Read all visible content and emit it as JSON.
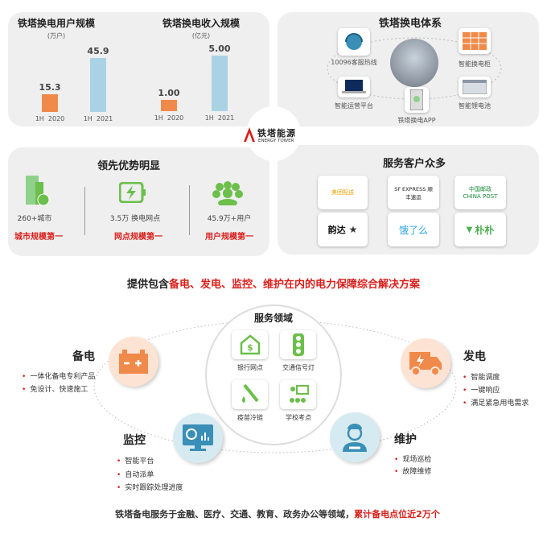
{
  "brand": {
    "name": "铁塔能源",
    "subtitle": "ENERGY TOWER",
    "color": "#d9201c"
  },
  "colors": {
    "orange": "#f08a4b",
    "blue": "#a9d3e4",
    "red": "#d9201c",
    "green": "#6bbf4a",
    "teal": "#3a8fb7"
  },
  "chart_data": [
    {
      "type": "bar",
      "title": "铁塔换电用户规模",
      "unit": "(万户)",
      "categories": [
        "1H  2020",
        "1H  2021"
      ],
      "values": [
        15.3,
        45.9
      ],
      "labels": [
        "15.3",
        "45.9"
      ]
    },
    {
      "type": "bar",
      "title": "铁塔换电收入规模",
      "unit": "(亿元)",
      "categories": [
        "1H  2020",
        "1H  2021"
      ],
      "values": [
        1.0,
        5.0
      ],
      "labels": [
        "1.00",
        "5.00"
      ]
    }
  ],
  "system": {
    "title": "铁塔换电体系",
    "items": [
      {
        "label": "10096客服热线",
        "icon": "headset-icon"
      },
      {
        "label": "智能换电柜",
        "icon": "battery-cabinet-icon"
      },
      {
        "label": "智能运营平台",
        "icon": "laptop-icon"
      },
      {
        "label": "铁塔换电APP",
        "icon": "phone-app-icon"
      },
      {
        "label": "智能锂电池",
        "icon": "lithium-battery-icon"
      }
    ]
  },
  "advantages": {
    "title": "领先优势明显",
    "items": [
      {
        "value": "260+城市",
        "rank": "城市规模第一",
        "icon": "city-building-icon"
      },
      {
        "value": "3.5万 换电网点",
        "rank": "网点规模第一",
        "icon": "battery-charge-icon"
      },
      {
        "value": "45.9万+用户",
        "rank": "用户规模第一",
        "icon": "users-group-icon"
      }
    ]
  },
  "customers": {
    "title": "服务客户众多",
    "logos": [
      "美团配送",
      "SF EXPRESS 顺丰速运",
      "中国邮政 CHINA POST",
      "韵达",
      "饿了么",
      "朴朴"
    ]
  },
  "headline": {
    "prefix": "提供包含",
    "highlight": "备电、发电、监控、维护在内的电力保障综合解决方案"
  },
  "domains": {
    "title": "服务领域",
    "items": [
      {
        "label": "银行网点",
        "icon": "bank-icon"
      },
      {
        "label": "交通信号灯",
        "icon": "traffic-light-icon"
      },
      {
        "label": "疫苗冷链",
        "icon": "vaccine-icon"
      },
      {
        "label": "学校考点",
        "icon": "classroom-icon"
      }
    ]
  },
  "services": {
    "backup": {
      "title": "备电",
      "bullets": [
        "一体化备电专利产品",
        "免设计、快速施工"
      ]
    },
    "generate": {
      "title": "发电",
      "bullets": [
        "智能调度",
        "一键响应",
        "满足紧急用电需求"
      ]
    },
    "monitor": {
      "title": "监控",
      "bullets": [
        "智能平台",
        "自动派单",
        "实时跟踪处理进度"
      ]
    },
    "maintain": {
      "title": "维护",
      "bullets": [
        "现场巡检",
        "故障维修"
      ]
    }
  },
  "footer": {
    "text": "铁塔备电服务于金融、医疗、交通、教育、政务办公等领域，",
    "highlight": "累计备电点位近2万个"
  }
}
